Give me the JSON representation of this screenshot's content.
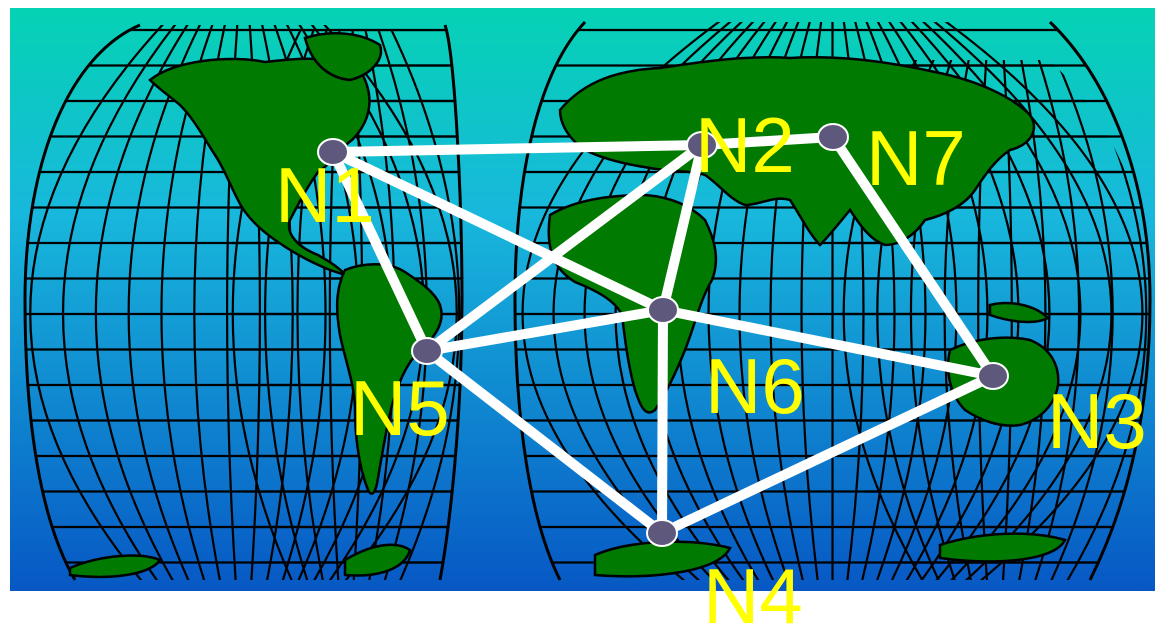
{
  "colors": {
    "ocean_top": "#05d2b4",
    "ocean_mid": "#18b8dc",
    "ocean_bottom": "#0757c4",
    "land": "#007a00",
    "grid": "#000000",
    "link": "#ffffff",
    "node_fill": "#5e587d",
    "label": "#ffff00"
  },
  "nodes": [
    {
      "id": "n1",
      "label": "N1"
    },
    {
      "id": "n2",
      "label": "N2"
    },
    {
      "id": "n3",
      "label": "N3"
    },
    {
      "id": "n4",
      "label": "N4"
    },
    {
      "id": "n5",
      "label": "N5"
    },
    {
      "id": "n6",
      "label": "N6"
    },
    {
      "id": "n7",
      "label": "N7"
    }
  ],
  "links": [
    [
      "n1",
      "n2"
    ],
    [
      "n2",
      "n7"
    ],
    [
      "n7",
      "n3"
    ],
    [
      "n1",
      "n5"
    ],
    [
      "n1",
      "n6"
    ],
    [
      "n2",
      "n5"
    ],
    [
      "n2",
      "n6"
    ],
    [
      "n5",
      "n6"
    ],
    [
      "n6",
      "n3"
    ],
    [
      "n6",
      "n4"
    ],
    [
      "n5",
      "n4"
    ],
    [
      "n4",
      "n3"
    ]
  ]
}
